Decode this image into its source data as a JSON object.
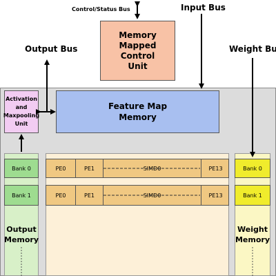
{
  "labels": {
    "control_status_bus": "Control/Status Bus",
    "input_bus": "Input Bus",
    "output_bus": "Output Bus",
    "weight_bus": "Weight Bus"
  },
  "blocks": {
    "mmcu": [
      "Memory Mapped",
      "Control",
      "Unit"
    ],
    "feature_map": [
      "Feature Map",
      "Memory"
    ],
    "activation": [
      "Activation",
      "and",
      "Maxpooling",
      "Unit"
    ]
  },
  "output_memory": {
    "banks": [
      "Bank 0",
      "Bank 1"
    ],
    "label": [
      "Output",
      "Memory"
    ]
  },
  "weight_memory": {
    "banks": [
      "Bank 0",
      "Bank 1"
    ],
    "label": [
      "Weight",
      "Memory"
    ]
  },
  "pe_rows": [
    {
      "pe_first": "PE0",
      "pe_second": "PE1",
      "simd": "SIMD0",
      "pe_last": "PE13"
    },
    {
      "pe_first": "PE0",
      "pe_second": "PE1",
      "simd": "SIMD0",
      "pe_last": "PE13"
    }
  ],
  "colors": {
    "panel": "#dcdcdc",
    "mmcu": "#f8c2a6",
    "feature_map": "#a8bff0",
    "activation": "#f2ccf2",
    "output_bank": "#9edc90",
    "weight_bank": "#f0ec2c",
    "pe": "#f0c882"
  }
}
